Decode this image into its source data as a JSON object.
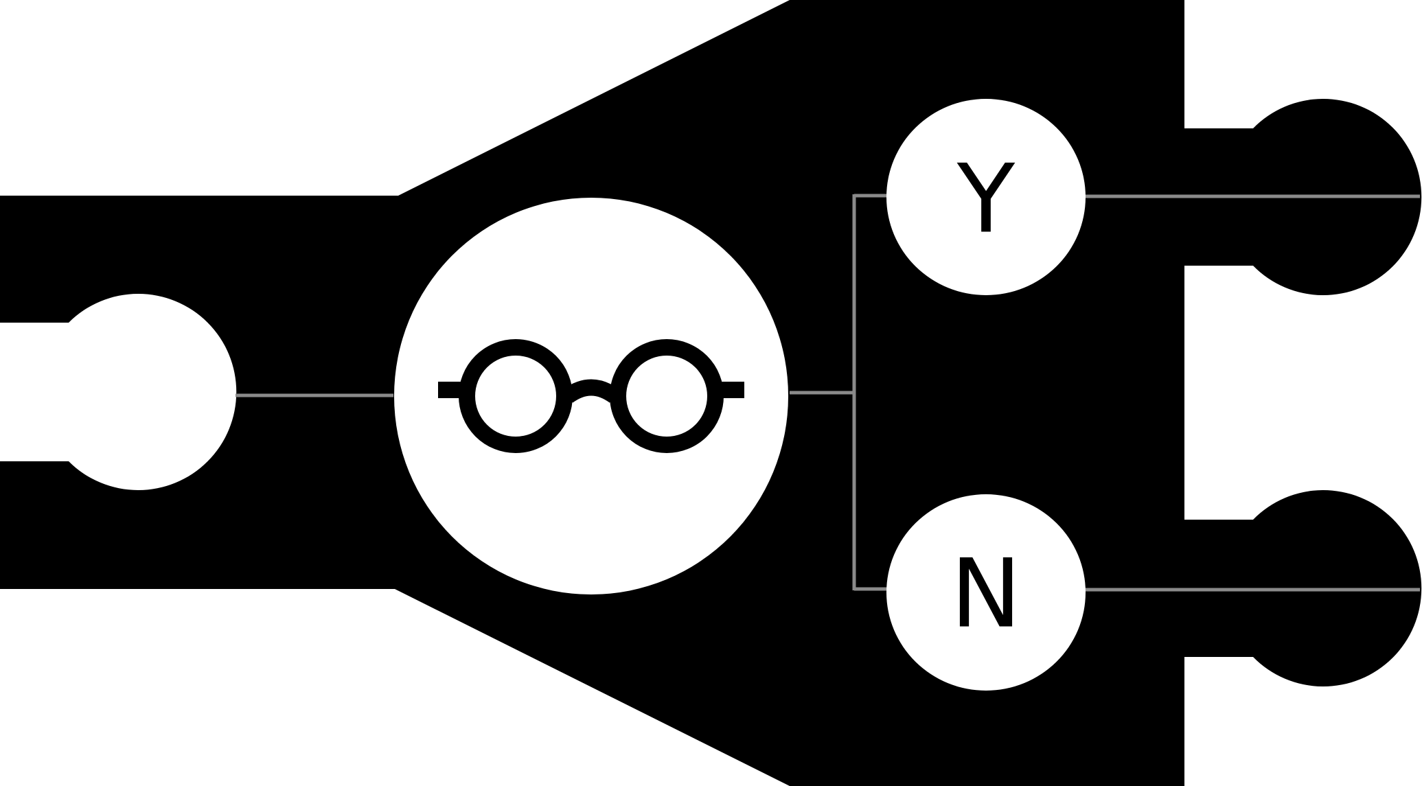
{
  "diagram": {
    "colors": {
      "piece": "#000000",
      "node": "#ffffff",
      "connector": "#8a8a8a",
      "label": "#000000"
    },
    "center_node": {
      "icon": "glasses-icon"
    },
    "branches": [
      {
        "id": "yes",
        "label": "Y"
      },
      {
        "id": "no",
        "label": "N"
      }
    ]
  }
}
